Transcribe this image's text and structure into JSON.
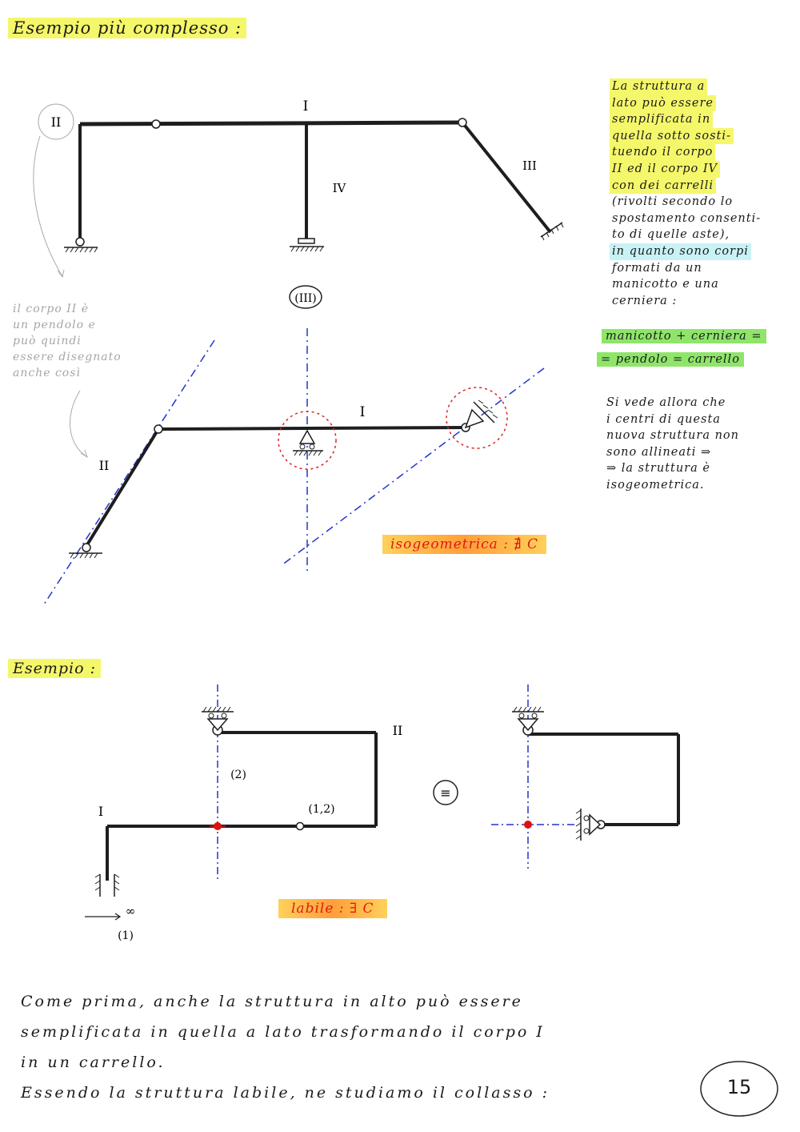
{
  "headings": {
    "top": "Esempio più complesso :",
    "second": "Esempio :"
  },
  "side_note": {
    "lines": [
      {
        "text": "La struttura a",
        "hl": "yellow"
      },
      {
        "text": "lato può essere",
        "hl": "yellow"
      },
      {
        "text": "semplificata in",
        "hl": "yellow"
      },
      {
        "text": "quella sotto sosti-",
        "hl": "yellow"
      },
      {
        "text": "tuendo il corpo",
        "hl": "yellow"
      },
      {
        "text": "II ed il corpo IV",
        "hl": "yellow"
      },
      {
        "text": "con dei carrelli",
        "hl": "yellow"
      },
      {
        "text": "(rivolti secondo lo",
        "hl": "none"
      },
      {
        "text": "spostamento consenti-",
        "hl": "none"
      },
      {
        "text": "to di quelle aste),",
        "hl": "none"
      },
      {
        "text": "in quanto sono corpi",
        "hl": "cyan"
      },
      {
        "text": "formati da un",
        "hl": "none"
      },
      {
        "text": "manicotto e una",
        "hl": "none"
      },
      {
        "text": "cerniera :",
        "hl": "none"
      }
    ],
    "equation_line1": "manicotto + cerniera =",
    "equation_line2": "= pendolo = carrello",
    "conclusion": [
      "Si vede allora che",
      "i centri di questa",
      "nuova struttura non",
      "sono allineati ⇒",
      "⇒ la struttura è",
      "isogeometrica."
    ]
  },
  "grey_note": [
    "il corpo II è",
    "un pendolo e",
    "può quindi",
    "essere disegnato",
    "anche così"
  ],
  "diagram1_labels": {
    "I": "I",
    "II": "II",
    "III": "III",
    "IV": "IV"
  },
  "equiv_symbol": "(III)",
  "diagram2_labels": {
    "I": "I",
    "II": "II"
  },
  "tag_isogeometrica": "isogeometrica : ∄ C",
  "diagram3_labels": {
    "I": "I",
    "II": "II",
    "c2": "(2)",
    "c12": "(1,2)",
    "c1": "(1)",
    "inf": "∞"
  },
  "equiv_circle": "≡",
  "tag_labile": "labile : ∃ C",
  "bottom_text": [
    "Come prima, anche la struttura in alto può essere",
    "semplificata in quella a lato trasformando il corpo I",
    "in un carrello.",
    "Essendo la struttura labile, ne studiamo il collasso :"
  ],
  "page_number": "15",
  "colors": {
    "highlight_yellow": "#f5f76a",
    "highlight_green": "#8ee56a",
    "axis_blue": "#2233cc",
    "center_red": "#dd1111"
  }
}
